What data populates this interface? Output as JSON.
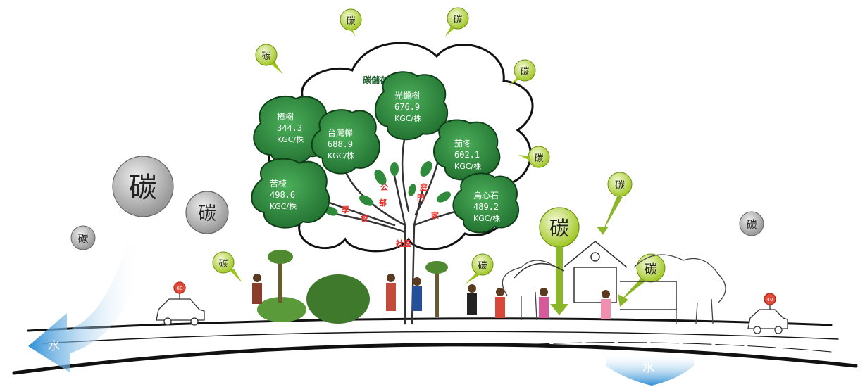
{
  "diagram": {
    "title": "碳儲存量分析",
    "carbon_label": "碳",
    "water_label": "水",
    "trees": [
      {
        "name": "樟樹",
        "value": "344.3",
        "unit": "KGC/株"
      },
      {
        "name": "台灣櫸",
        "value": "688.9",
        "unit": "KGC/株"
      },
      {
        "name": "光蠟樹",
        "value": "676.9",
        "unit": "KGC/株"
      },
      {
        "name": "茄冬",
        "value": "602.1",
        "unit": "KGC/株"
      },
      {
        "name": "苦楝",
        "value": "498.6",
        "unit": "KGC/株"
      },
      {
        "name": "烏心石",
        "value": "489.2",
        "unit": "KGC/株"
      }
    ],
    "branch_labels": [
      "學",
      "校",
      "公",
      "部",
      "門",
      "家",
      "庭"
    ],
    "trunk_label": "社區",
    "car_speed_left": "60",
    "car_speed_right": "40"
  },
  "colors": {
    "canopy_fill": "#2e8b3e",
    "canopy_dark": "#1d5e2a",
    "callout_green": "#9bc31a",
    "callout_light": "#e9f3b6",
    "grey_circle": "#a9a9a9",
    "water_blue": "#4aa3df",
    "branch_text_red": "#e8322a",
    "arrow_green": "#8bb62a"
  }
}
